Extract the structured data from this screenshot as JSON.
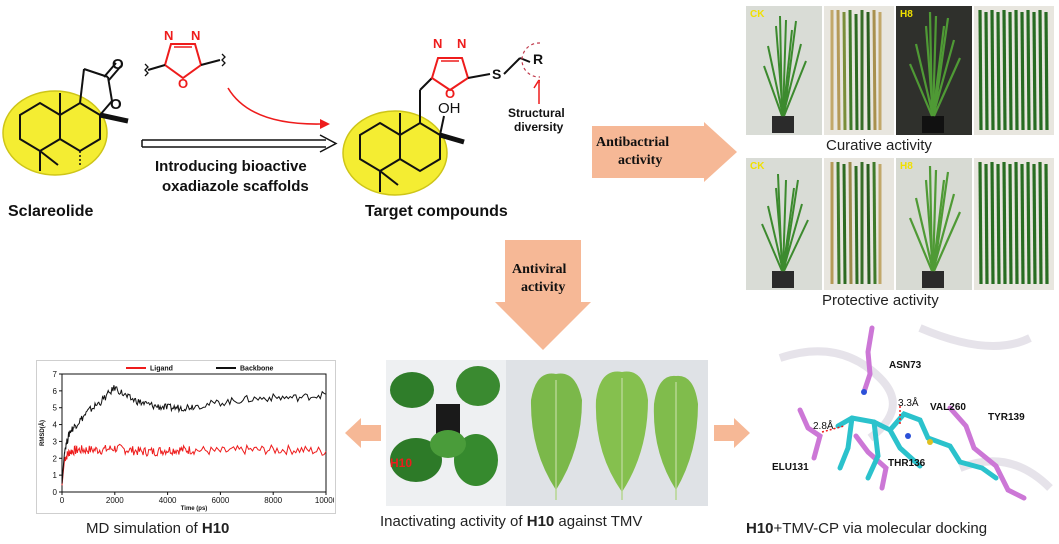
{
  "scheme": {
    "sclareolide_label": "Sclareolide",
    "reaction_text_line1": "Introducing bioactive",
    "reaction_text_line2": "oxadiazole scaffolds",
    "target_label": "Target compounds",
    "structural_line1": "Structural",
    "structural_line2": "diversity",
    "atoms": {
      "O": "O",
      "N": "N",
      "S": "S",
      "R": "R",
      "OH": "OH"
    }
  },
  "antibacterial": {
    "arrow_line1": "Antibactrial",
    "arrow_line2": "activity",
    "curative_label": "Curative activity",
    "protective_label": "Protective activity",
    "tag_ck": "CK",
    "tag_h8": "H8"
  },
  "antiviral": {
    "arrow_line1": "Antiviral",
    "arrow_line2": "activity",
    "caption_prefix": "Inactivating activity of ",
    "caption_bold": "H10",
    "caption_suffix": " against TMV",
    "plant_tag": "H10"
  },
  "md": {
    "caption_prefix": "MD simulation of ",
    "caption_bold": "H10"
  },
  "docking": {
    "caption_bold": "H10",
    "caption_rest": "+TMV-CP via molecular docking",
    "residues": [
      "ASN73",
      "VAL260",
      "TYR139",
      "THR136",
      "ELU131"
    ],
    "distances": [
      "2.8Å",
      "3.3Å"
    ]
  },
  "chart_data": {
    "type": "line",
    "xlabel": "Time (ps)",
    "ylabel": "RMSD(Å)",
    "xlim": [
      0,
      10000
    ],
    "ylim": [
      0,
      7
    ],
    "xticks": [
      0,
      2000,
      4000,
      6000,
      8000,
      10000
    ],
    "yticks": [
      0,
      1,
      2,
      3,
      4,
      5,
      6,
      7
    ],
    "legend_position": "top",
    "series": [
      {
        "name": "Ligand",
        "color": "#ee1c1c",
        "x": [
          0,
          100,
          300,
          600,
          1000,
          1500,
          2000,
          2500,
          3000,
          3500,
          4000,
          4500,
          5000,
          6000,
          7000,
          8000,
          9000,
          10000
        ],
        "y": [
          0.4,
          2.0,
          2.4,
          2.5,
          2.5,
          2.5,
          2.6,
          2.5,
          2.4,
          2.4,
          2.5,
          2.5,
          2.5,
          2.4,
          2.5,
          2.5,
          2.5,
          2.4
        ]
      },
      {
        "name": "Backbone",
        "color": "#111111",
        "x": [
          0,
          100,
          300,
          600,
          1000,
          1500,
          2000,
          2500,
          3000,
          3500,
          4000,
          4500,
          5000,
          6000,
          7000,
          8000,
          9000,
          10000
        ],
        "y": [
          0.5,
          2.5,
          3.6,
          4.1,
          4.8,
          5.4,
          6.2,
          5.6,
          5.3,
          5.1,
          5.0,
          5.0,
          5.1,
          5.3,
          5.5,
          5.6,
          5.6,
          5.8
        ]
      }
    ]
  }
}
